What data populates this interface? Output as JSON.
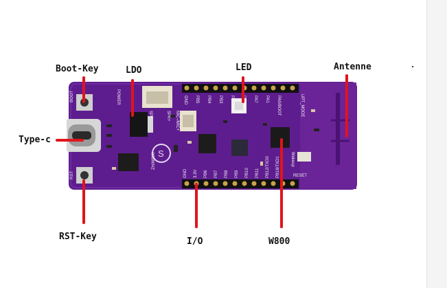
{
  "labels": {
    "boot_key": "Boot-Key",
    "ldo": "LDO",
    "led": "LED",
    "antenne": "Antenne",
    "type_c": "Type-c",
    "rst_key": "RST-Key",
    "io": "I/O",
    "w800": "W800"
  },
  "silkscreen": {
    "top_pins": [
      "GND",
      "PB5",
      "PB4",
      "PB3",
      "PB2",
      "PB0",
      "PA7",
      "PA1",
      "PA0/BOOT"
    ],
    "bottom_pins": [
      "GND",
      "3.3V",
      "PB6",
      "PB7",
      "PB8",
      "PB9",
      "PB10",
      "PB11",
      "PB12/TXD0",
      "PB18/TXD1"
    ],
    "boot": "BOOT",
    "power": "POWER",
    "rst": "RST",
    "spk_minus": "SPK-",
    "spk_plus": "SPK+",
    "mic": "MIC-/MIC+",
    "upt_mode": "UPT_MODE",
    "wakeup": "Wakeup",
    "reset": "RESET",
    "ic_text": "ZH/W800"
  },
  "colors": {
    "board": "#5e1d8e",
    "arrow": "#e0141b",
    "header": "#111111"
  }
}
